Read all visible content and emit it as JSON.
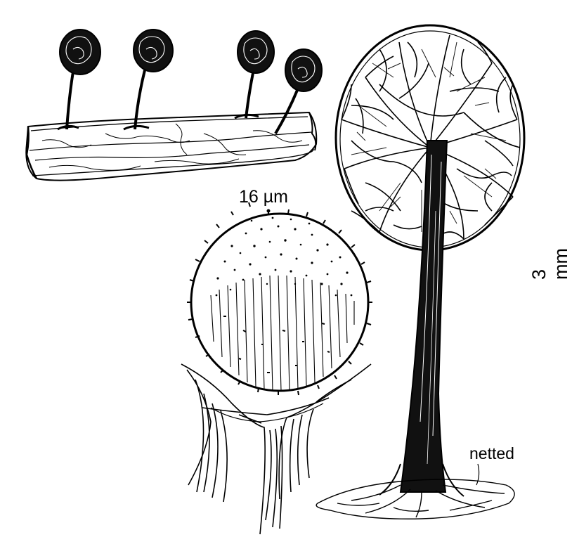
{
  "labels": {
    "spore_size": "16 µm",
    "height": "3 mm",
    "netted": "netted"
  },
  "colors": {
    "ink": "#000000",
    "paper": "#ffffff"
  }
}
